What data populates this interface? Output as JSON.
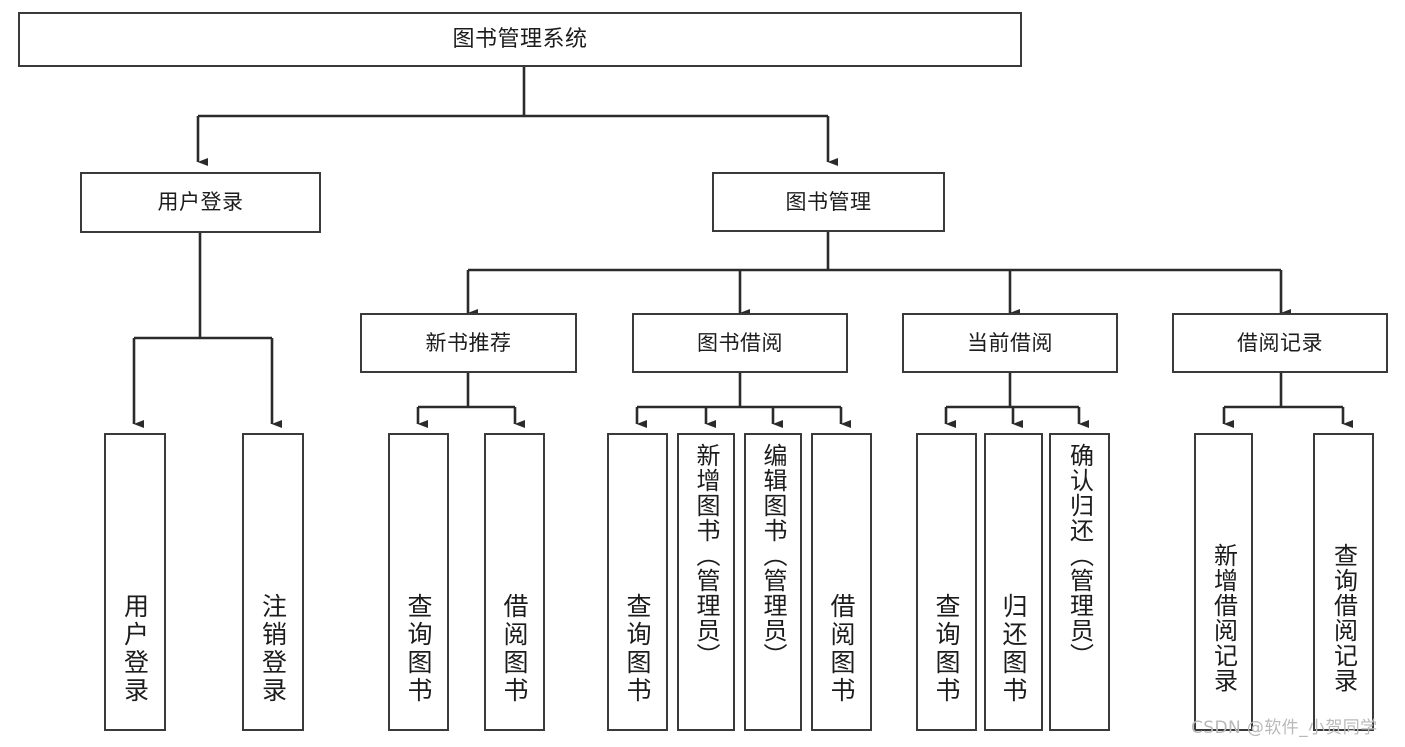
{
  "diagram": {
    "title": "图书管理系统",
    "type": "tree-hierarchy",
    "root": {
      "id": "root",
      "label": "图书管理系统"
    },
    "level2": [
      {
        "id": "user-login",
        "label": "用户登录"
      },
      {
        "id": "book-manage",
        "label": "图书管理"
      }
    ],
    "level3": [
      {
        "id": "new-book-recommend",
        "label": "新书推荐",
        "parent": "book-manage"
      },
      {
        "id": "book-borrow",
        "label": "图书借阅",
        "parent": "book-manage"
      },
      {
        "id": "current-borrow",
        "label": "当前借阅",
        "parent": "book-manage"
      },
      {
        "id": "borrow-record",
        "label": "借阅记录",
        "parent": "book-manage"
      }
    ],
    "leaves": {
      "user_login": [
        {
          "id": "leaf-user-login",
          "label": "用户登录"
        },
        {
          "id": "leaf-logout",
          "label": "注销登录"
        }
      ],
      "new_book_recommend": [
        {
          "id": "leaf-query-book-1",
          "label": "查询图书"
        },
        {
          "id": "leaf-borrow-book-1",
          "label": "借阅图书"
        }
      ],
      "book_borrow": [
        {
          "id": "leaf-query-book-2",
          "label": "查询图书"
        },
        {
          "id": "leaf-add-book",
          "label": "新增图书（管理员）"
        },
        {
          "id": "leaf-edit-book",
          "label": "编辑图书（管理员）"
        },
        {
          "id": "leaf-borrow-book-2",
          "label": "借阅图书"
        }
      ],
      "current_borrow": [
        {
          "id": "leaf-query-book-3",
          "label": "查询图书"
        },
        {
          "id": "leaf-return-book",
          "label": "归还图书"
        },
        {
          "id": "leaf-confirm-return",
          "label": "确认归还（管理员）"
        }
      ],
      "borrow_record": [
        {
          "id": "leaf-add-record",
          "label": "新增借阅记录"
        },
        {
          "id": "leaf-query-record",
          "label": "查询借阅记录"
        }
      ]
    }
  },
  "watermark": {
    "text": "CSDN @软件_小贺同学"
  },
  "colors": {
    "stroke": "#3a3a3a",
    "edge": "#2b2b2b",
    "text": "#1c1c1c",
    "background": "#ffffff",
    "watermark": "#b9b9b9"
  }
}
